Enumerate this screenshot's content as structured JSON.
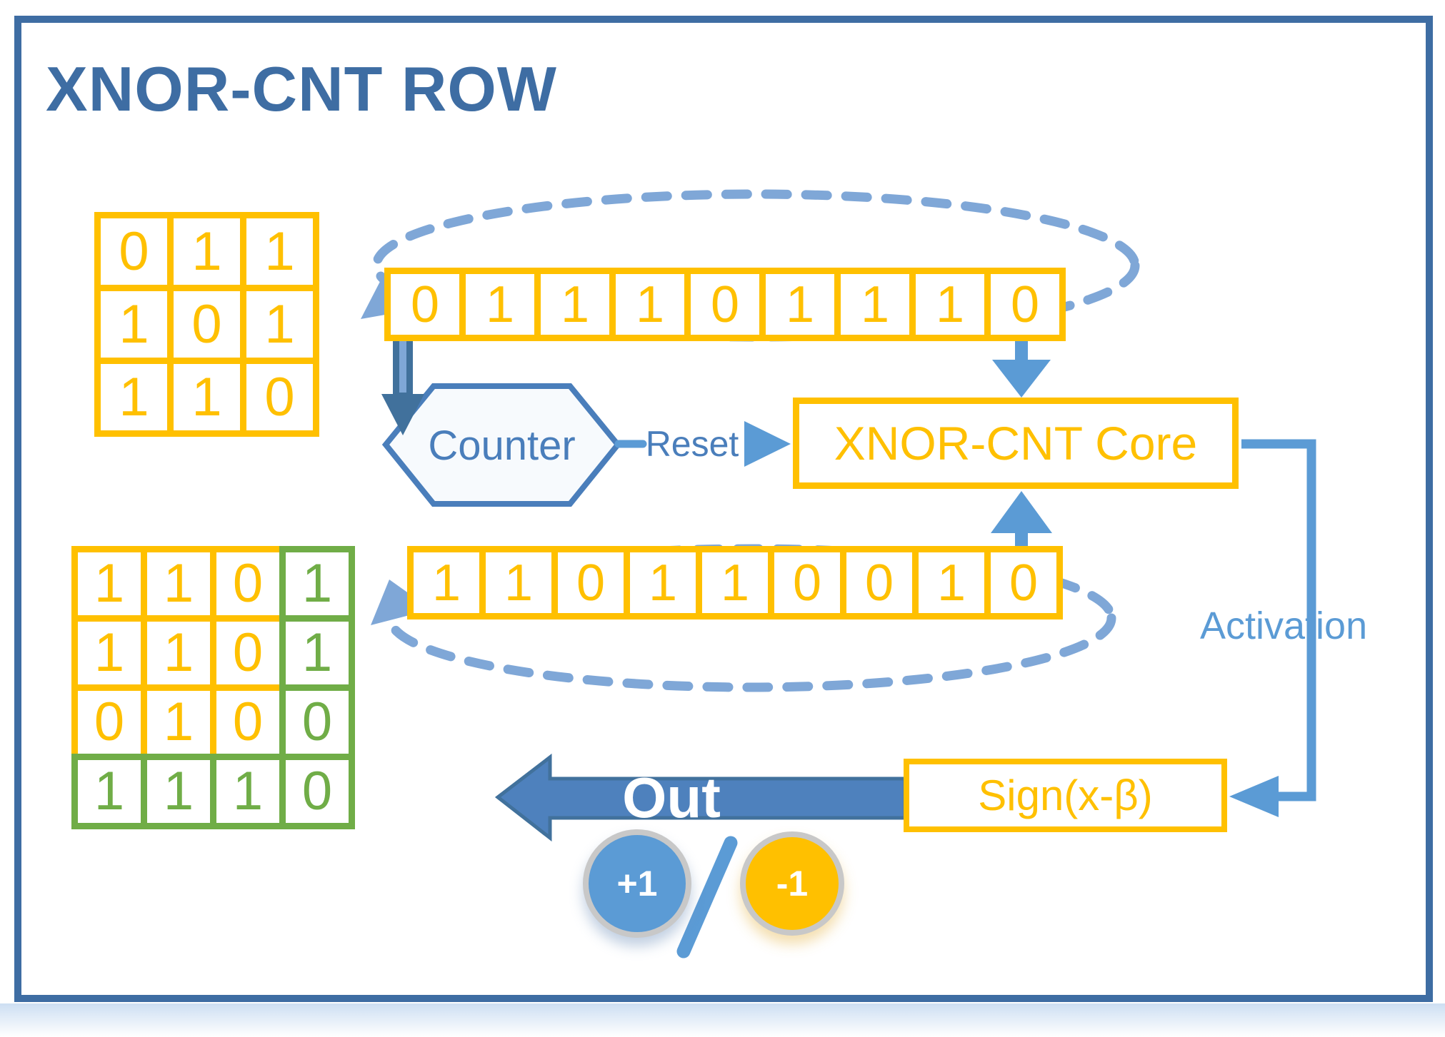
{
  "title": "XNOR-CNT ROW",
  "colors": {
    "yellow": "#FFC000",
    "green": "#70AD47",
    "frame_blue": "#3E6DA3",
    "accent_blue": "#4A7EBB",
    "light_blue": "#5B9BD5",
    "dash_blue": "#7FA7D7",
    "dark_arrow_blue": "#41719C",
    "out_arrow_fill": "#4E81BD",
    "ring_gray": "#C8C8C8"
  },
  "weight_matrix": {
    "rows": [
      [
        "0",
        "1",
        "1"
      ],
      [
        "1",
        "0",
        "1"
      ],
      [
        "1",
        "1",
        "0"
      ]
    ]
  },
  "weight_shift_row": {
    "bits": [
      "0",
      "1",
      "1",
      "1",
      "0",
      "1",
      "1",
      "1",
      "0"
    ]
  },
  "input_matrix": {
    "rows": [
      [
        "1",
        "1",
        "0",
        "1"
      ],
      [
        "1",
        "1",
        "0",
        "1"
      ],
      [
        "0",
        "1",
        "0",
        "0"
      ],
      [
        "1",
        "1",
        "1",
        "0"
      ]
    ],
    "cell_styles": [
      [
        "yellow",
        "yellow",
        "yellow",
        "green"
      ],
      [
        "yellow",
        "yellow",
        "yellow",
        "green"
      ],
      [
        "yellow",
        "yellow",
        "yellow",
        "green"
      ],
      [
        "green",
        "green",
        "green",
        "green"
      ]
    ]
  },
  "input_shift_row": {
    "bits": [
      "1",
      "1",
      "0",
      "1",
      "1",
      "0",
      "0",
      "1",
      "0"
    ]
  },
  "counter": {
    "label": "Counter"
  },
  "reset": {
    "label": "Reset"
  },
  "core": {
    "label": "XNOR-CNT Core"
  },
  "activation": {
    "label": "Activation"
  },
  "sign_function": {
    "label": "Sign(x-β)"
  },
  "out": {
    "label": "Out"
  },
  "output_values": {
    "positive": "+1",
    "negative": "-1"
  }
}
